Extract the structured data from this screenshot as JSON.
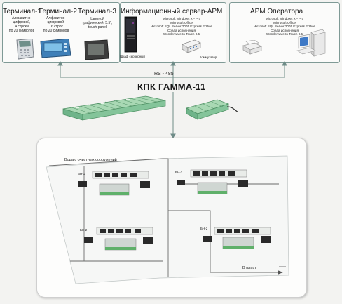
{
  "terminals": [
    {
      "title": "Терминал-1",
      "lines": [
        "Алфавитно-",
        "цифровой,",
        "4 строки",
        "по 20 символов"
      ]
    },
    {
      "title": "Терминал-2",
      "lines": [
        "Алфавитно-",
        "цифровой,",
        "16 строк",
        "по 20 символов"
      ]
    },
    {
      "title": "Терминал-3",
      "lines": [
        "Цветной",
        "графический, 5.5\",",
        "touch-panel"
      ]
    }
  ],
  "server": {
    "title": "Информационный сервер-АРМ",
    "lines": [
      "Microsoft Windows XP Pro",
      "Microsoft Office",
      "Microsoft SQL Server 2005 Express Edition",
      "Среда исполнения",
      "Wonderware In Touch 9.5"
    ],
    "cabinet_label": "Шкаф серверный",
    "switch_label": "Коммутатор"
  },
  "operator": {
    "title": "АРМ Оператора",
    "lines": [
      "Microsoft Windows XP Pro",
      "Microsoft Office",
      "Microsoft SQL Server 2005 Express Edition",
      "Среда исполнения",
      "Wonderware In Touch 9.5"
    ]
  },
  "bus_label": "RS - 485",
  "system_title": "КПК ГАММА-11",
  "scheme": {
    "inlet_label": "Вода с очистных сооружений",
    "outlet_label": "В пласт",
    "unit_labels": [
      "БН-1",
      "БН-2"
    ]
  }
}
